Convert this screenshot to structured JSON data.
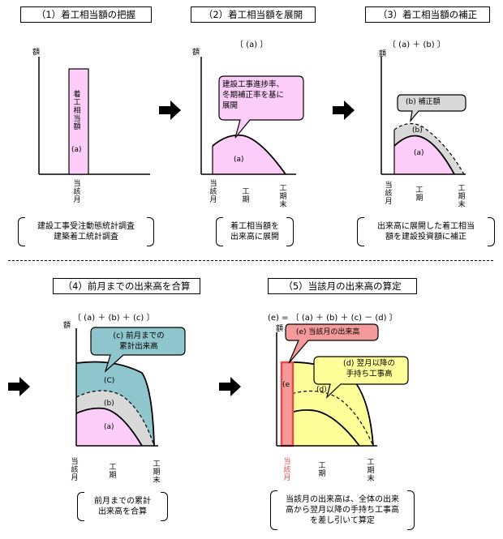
{
  "panel1": {
    "title": "（1）着工相当額の把握",
    "axis": "額",
    "bar_label": "着工相当額",
    "bar_sub": "(a)",
    "x_label": "当該月",
    "note": "建設工事受注動態統計調査\n建築着工統計調査"
  },
  "panel2": {
    "title": "（2）着工相当額を展開",
    "formula": "〔 (a) 〕",
    "axis": "額",
    "callout": "建設工事進捗率、\n冬期補正率を基に\n展開",
    "area_label": "(a)",
    "x_labels": [
      "当該月",
      "工期",
      "工期末"
    ],
    "note": "着工相当額を\n出来高に展開"
  },
  "panel3": {
    "title": "（3）着工相当額の補正",
    "formula": "〔 (a) ＋ (b) 〕",
    "axis": "額",
    "callout": "(b) 補正額",
    "area_a": "(a)",
    "area_b": "(b)",
    "x_labels": [
      "当該月",
      "工期",
      "工期末"
    ],
    "note": "出来高に展開した着工相当\n額を建設投資額に補正"
  },
  "panel4": {
    "title": "（4）前月までの出来高を合算",
    "formula": "〔 (a) ＋ (b) ＋ (c) 〕",
    "axis": "額",
    "callout": "(c) 前月までの\n累計出来高",
    "area_a": "(a)",
    "area_b": "(b)",
    "area_c": "(C)",
    "x_labels": [
      "当該月",
      "工期",
      "工期末"
    ],
    "note": "前月までの累計\n出来高を合算"
  },
  "panel5": {
    "title": "（5）当該月の出来高の算定",
    "formula": "(e) = 〔 (a) ＋ (b) ＋ (c) － (d) 〕",
    "axis": "額",
    "callout_e": "(e) 当該月の出来高",
    "callout_d": "(d) 翌月以降の\n手持ち工事高",
    "area_e": "(e",
    "area_d": "(d)",
    "x_labels": [
      "当該月",
      "工期",
      "工期末"
    ],
    "note": "当該月の出来高は、全体の出来\n高から翌月以降の手持ち工事高\nを差し引いて算定"
  },
  "colors": {
    "pink": "#fbcdf8",
    "gray": "#d9d9d9",
    "teal": "#8fc5cc",
    "yellow": "#ffff99",
    "red": "#e34a4a",
    "salmon": "#f49a9a"
  }
}
